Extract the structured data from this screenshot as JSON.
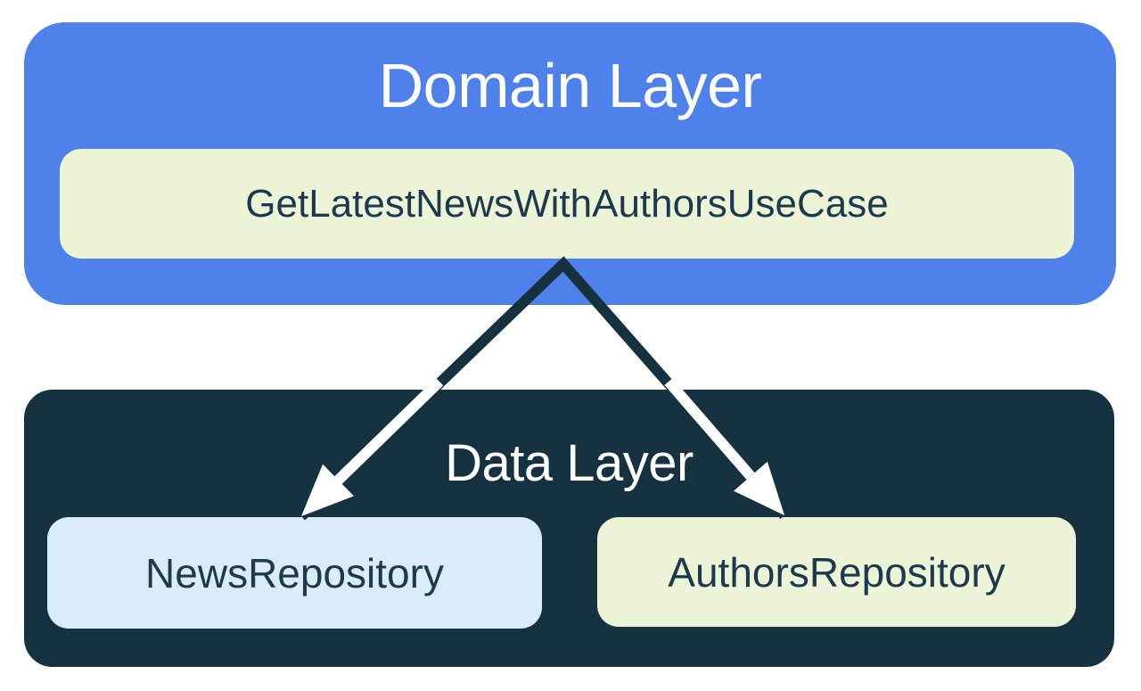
{
  "domain_layer": {
    "title": "Domain Layer",
    "use_case": "GetLatestNewsWithAuthorsUseCase"
  },
  "data_layer": {
    "title": "Data Layer",
    "repositories": [
      {
        "label": "NewsRepository"
      },
      {
        "label": "AuthorsRepository"
      }
    ]
  },
  "colors": {
    "blue": "#4e81e9",
    "navy": "#16313f",
    "cream": "#edf3d7",
    "light_blue": "#daecfb",
    "node_text": "#1c3a4e",
    "title_text": "#ffffff",
    "arrow_white": "#ffffff",
    "page_bg": "#ffffff"
  }
}
